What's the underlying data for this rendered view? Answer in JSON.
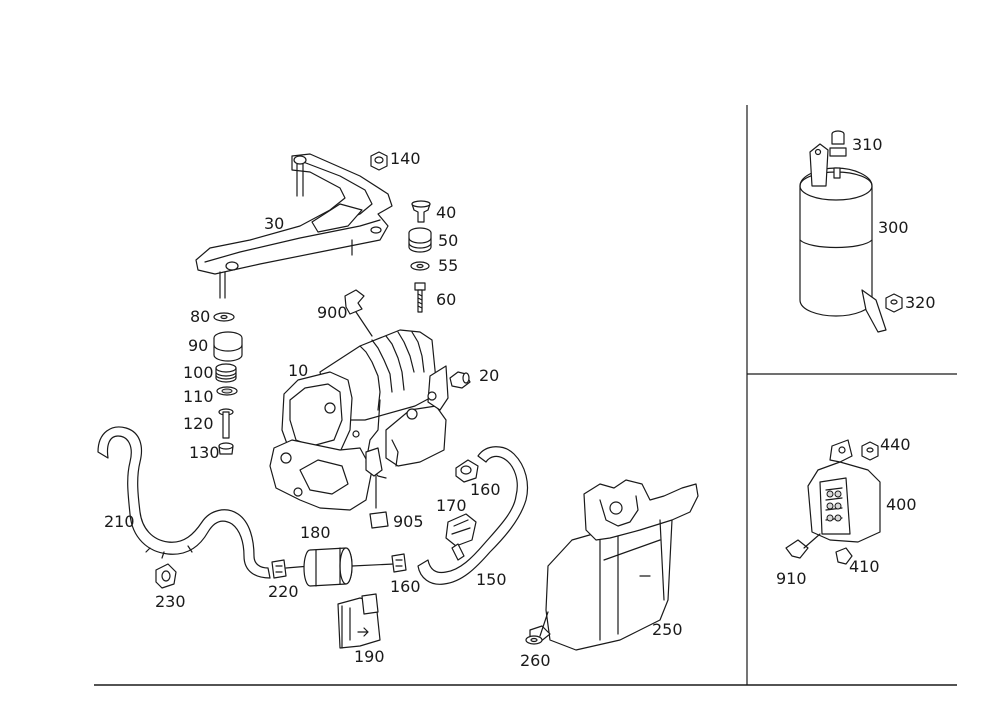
{
  "callouts": {
    "c10": "10",
    "c20": "20",
    "c30": "30",
    "c40": "40",
    "c50": "50",
    "c55": "55",
    "c60": "60",
    "c80": "80",
    "c90": "90",
    "c100": "100",
    "c110": "110",
    "c120": "120",
    "c130": "130",
    "c140": "140",
    "c150": "150",
    "c160a": "160",
    "c160b": "160",
    "c170": "170",
    "c180": "180",
    "c190": "190",
    "c210": "210",
    "c220": "220",
    "c230": "230",
    "c250": "250",
    "c260": "260",
    "c300": "300",
    "c310": "310",
    "c320": "320",
    "c400": "400",
    "c410": "410",
    "c440": "440",
    "c900": "900",
    "c905": "905",
    "c910": "910"
  },
  "colors": {
    "line": "#1a1a1a",
    "background": "#ffffff"
  }
}
